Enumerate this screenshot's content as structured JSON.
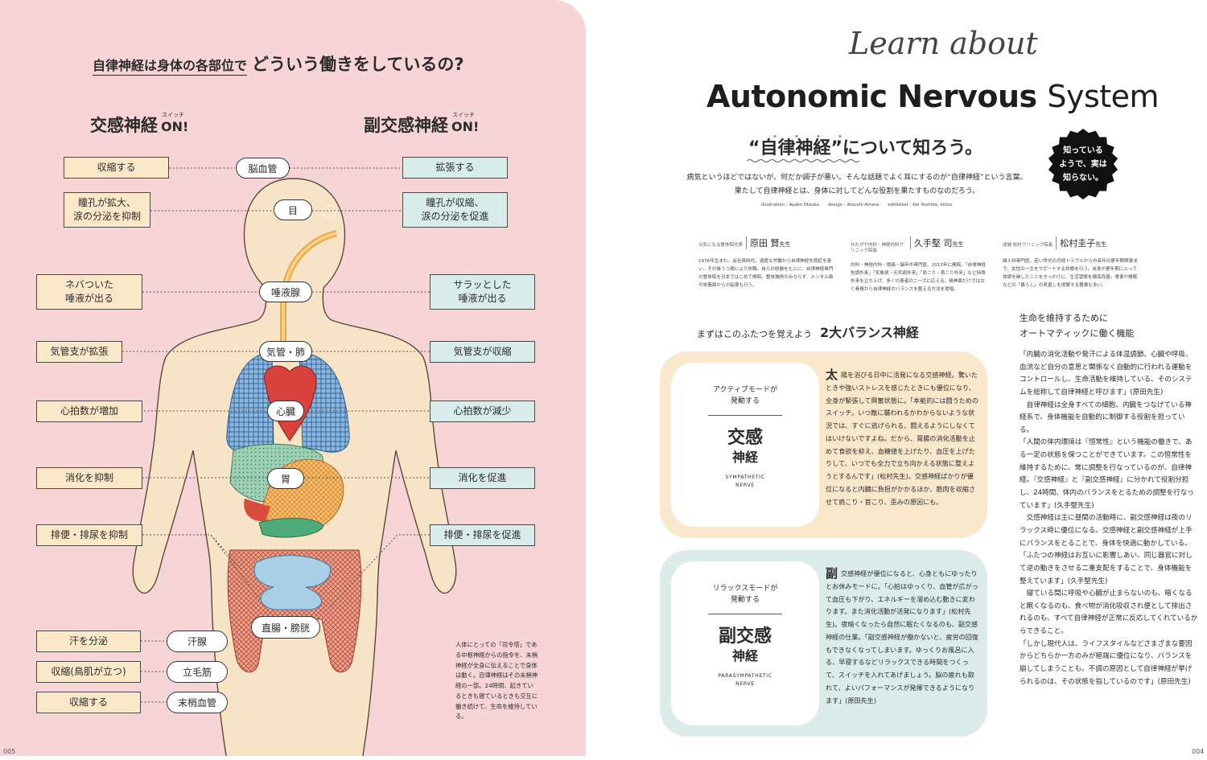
{
  "left": {
    "title_plain": "自律神経は身体の各部位で",
    "title_big": "どういう働きをしているの?",
    "sympathetic_head": "交感神経",
    "parasympathetic_head": "副交感神経",
    "on_label": "ON!",
    "ruby": "スイッチ",
    "organs": {
      "brain_vessel": "脳血管",
      "eye": "目",
      "saliva": "唾液腺",
      "trachea": "気管・肺",
      "heart": "心臓",
      "stomach": "胃",
      "rectum": "直腸・膀胱",
      "sweat": "汗腺",
      "arrector": "立毛筋",
      "peripheral": "末梢血管"
    },
    "sympathetic_effects": {
      "brain": "収縮する",
      "eye": "瞳孔が拡大、\n涙の分泌を抑制",
      "saliva": "ネバついた\n唾液が出る",
      "trachea": "気管支が拡張",
      "heart": "心拍数が増加",
      "stomach": "消化を抑制",
      "excretion": "排便・排尿を抑制",
      "sweat": "汗を分泌",
      "arrector": "収縮(鳥肌が立つ)",
      "peripheral": "収縮する"
    },
    "parasympathetic_effects": {
      "brain": "拡張する",
      "eye": "瞳孔が収縮、\n涙の分泌を促進",
      "saliva": "サラッとした\n唾液が出る",
      "trachea": "気管支が収縮",
      "heart": "心拍数が減少",
      "stomach": "消化を促進",
      "excretion": "排便・排尿を促進"
    },
    "note": "人体にとっての「司令塔」である中枢神経からの指令を、末梢神経が全身に伝えることで身体は動く。自律神経はその末梢神経の一部。24時間、起きているときも寝ているときも交互に働き続けて、生命を維持している。",
    "page_number": "005"
  },
  "right": {
    "learn_about": "Learn about",
    "title_bold": "Autonomic Nervous",
    "title_thin": "System",
    "subtitle": "“自律神経”について知ろう。",
    "emphasis_dots": "・・・・",
    "badge": "知っている\nようで、実は\n知らない。",
    "intro_1": "病気というほどではないが、何だか調子が悪い。そんな話題でよく耳にするのが“自律神経”という言葉。",
    "intro_2": "果たして自律神経とは、身体に対してどんな役割を果たすものなのだろう。",
    "credits": "illustration : Ayako Otsuka　　design : Atsushi Aihara　　edit&text : Kei Yoshida, kiitos.",
    "doctors": [
      {
        "affiliation": "元気になる整体院代表",
        "name": "原田 賢",
        "title": "先生",
        "bio": "1976年生まれ。会社員時代、過度な労働から自律神経失調症を患い、その後うつ病により休職。自らの経験をもとに、自律神経専門の整体院を日本ではじめて開院。整体施術のみならず、メンタル面や栄養面からの指導も行う。"
      },
      {
        "affiliation": "せたがや内科・神経内科クリニック院長",
        "name": "久手堅 司",
        "title": "先生",
        "bio": "内科・神経内科・頭痛・脳卒中専門医。2013年に開院。「自律神経失調外来」「気象病・天気病外来」「肩こり・首こり外来」など特殊外来を立ち上げ、多くの患者のニーズに応える。精神面だけではなく骨格から自律神経のバランスを整える方法を提唱。"
      },
      {
        "affiliation": "成城 松村クリニック院長",
        "name": "松村圭子",
        "title": "先生",
        "bio": "婦人科専門医。若い世代の月経トラブルから中高年の更年期障害まで、女性の一生をサポートする診療を行う。自身が更年期に入って体調を崩したことをきっかけに、生活習慣を徹底改善。食事や睡眠などの「暮らし」の見直しを提案する著書も多い。"
      }
    ],
    "section_lead": "まずはこのふたつを覚えよう",
    "section_title": "2大バランス神経",
    "sympathetic_card": {
      "mode": "アクティブモードが\n発動する",
      "name": "交感",
      "kanji": "神経",
      "en": "SYMPATHETIC\nNERVE",
      "dropcap": "太",
      "text": "陽を浴びる日中に活発になる交感神経。驚いたときや強いストレスを感じたときにも優位になり、全身が緊張して興奮状態に。「本能的には闘うためのスイッチ。いつ敵に襲われるかわからないような状況では、すぐに逃げられる、闘えるようにしなくてはいけないですよね。だから、胃腸の消化活動を止めて食欲を抑え、血糖値を上げたり、血圧を上げたりして、いつでも全力で立ち向かえる状態に整えようとするんです」(松村先生)。交感神経ばかりが優位になると内臓に負担がかかるほか、筋肉を収縮させて肩こり・首こり、歪みの原因にも。"
    },
    "parasympathetic_card": {
      "mode": "リラックスモードが\n発動する",
      "name": "副交感",
      "kanji": "神経",
      "en": "PARASYMPATHETIC\nNERVE",
      "dropcap": "副",
      "text": "交感神経が優位になると、心身ともにゆったりとお休みモードに。「心拍はゆっくり、血管が広がって血圧も下がり、エネルギーを溜め込む動きに変わります。また消化活動が活発になります」(松村先生)。夜暗くなったら自然に眠たくなるのも、副交感神経の仕業。「副交感神経が働かないと、疲労の回復もできなくなってしまいます。ゆっくりお風呂に入る、早寝するなどリラックスできる時間をつくって、スイッチを入れてあげましょう。脳の疲れも取れて、よいパフォーマンスが発揮できるようになります」(原田先生)"
    },
    "column_head": "生命を維持するために\nオートマティックに働く機能",
    "column": [
      "「内臓の消化活動や発汗による体温調節、心臓や呼吸、血流など自分の意思と関係なく自動的に行われる運動をコントロールし、生命活動を維持している、そのシステムを総称して自律神経と呼びます」(原田先生)",
      "　自律神経は全身すべての細胞、内臓をつなげている神経系で、身体機能を自動的に制御する役割を担っている。",
      "「人間の体内環境は『恒常性』という機能の働きで、ある一定の状態を保つことができています。この恒常性を維持するために、常に調整を行なっているのが、自律神経。『交感神経』と『副交感神経』に分かれて役割分担し、24時間、体内のバランスをとるための調整を行なっています」(久手堅先生)",
      "　交感神経は主に昼間の活動時に、副交感神経は夜のリラックス時に優位になる。交感神経と副交感神経が上手にバランスをとることで、身体を快適に動かしている。",
      "「ふたつの神経はお互いに影響しあい、同じ器官に対して逆の動きをさせる二重支配をすることで、身体機能を整えています」(久手堅先生)",
      "　寝ている間に呼吸や心臓が止まらないのも、暗くなると眠くなるのも、食べ物が消化吸収され便として排出されるのも、すべて自律神経が正常に反応してくれているからできること。",
      "「しかし現代人は、ライフスタイルなどさまざまな要因からどちらか一方のみが極端に優位になり、バランスを崩してしまうことも。不調の原因として自律神経が挙げられるのは、その状態を指しているのです」(原田先生)"
    ],
    "page_number": "004",
    "colors": {
      "sympathetic": "#fae8cc",
      "parasympathetic": "#dcecea",
      "pink": "#f7d4d6"
    }
  }
}
